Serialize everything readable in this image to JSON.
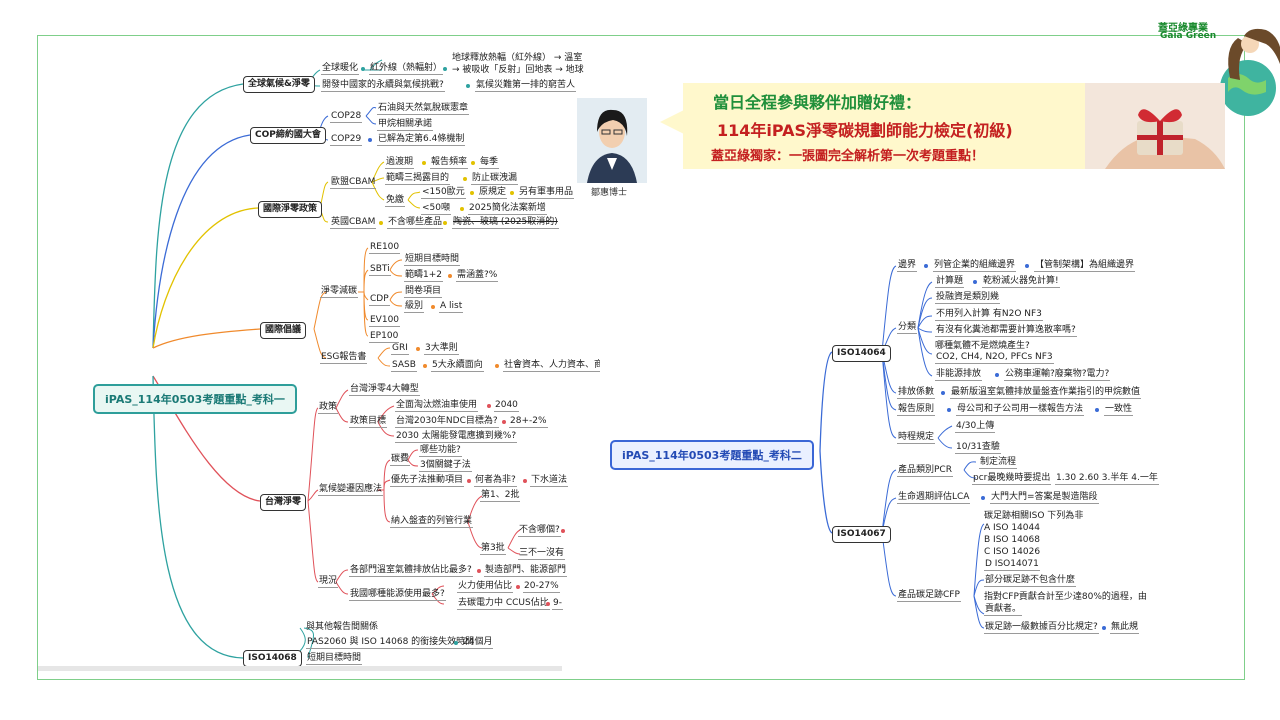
{
  "brand": {
    "name_cn": "蓋亞綠專業",
    "name_en": "Gaia Green"
  },
  "banner": {
    "line1": "當日全程參與夥伴加贈好禮：",
    "line2": "114年iPAS淨零碳規劃師能力檢定(初級)",
    "line3": "蓋亞綠獨家：一張圖完全解析第一次考題重點！"
  },
  "presenter": {
    "caption": "鄒惠博士"
  },
  "colors": {
    "accent_green": "#1f8f3a",
    "accent_red": "#c42020",
    "root1": "#2e9e9a",
    "root2": "#3a66d6"
  },
  "map1": {
    "root": "iPAS_114年0503考題重點_考科一",
    "b_climate": "全球氣候&淨零",
    "climate_warming": "全球暖化",
    "climate_ir": "紅外線（熱輻射）",
    "climate_ir_d1": "地球釋放熱輻（紅外線） → 溫室",
    "climate_ir_d2": "→ 被吸收「反射」回地表 → 地球",
    "climate_q": "開發中國家的永續與氣候挑戰?",
    "climate_q_a": "氣候災難第一排的窮苦人",
    "b_cop": "COP締約國大會",
    "cop28": "COP28",
    "cop28_a": "石油與天然氣脫碳憲章",
    "cop28_b": "甲烷相關承諾",
    "cop29": "COP29",
    "cop29_a": "已解為定第6.4條機制",
    "b_policy": "國際淨零政策",
    "eu_cbam": "歐盟CBAM",
    "eu_trans": "過渡期",
    "eu_report": "報告頻率",
    "eu_quarter": "每季",
    "eu_scope": "範疇三揭露目的",
    "eu_scope_a": "防止碳洩漏",
    "eu_exempt": "免繳",
    "eu_150": "<150歐元",
    "eu_150_a": "原規定",
    "eu_150_b": "另有軍事用品",
    "eu_50": "<50噸",
    "eu_50_a": "2025簡化法案新增",
    "uk_cbam": "英國CBAM",
    "uk_a": "不含哪些產品",
    "uk_b": "陶瓷、玻璃 (2025取消的)",
    "b_intl": "國際倡議",
    "netzero": "淨零減碳",
    "re100": "RE100",
    "sbti": "SBTi",
    "sbti_a": "短期目標時間",
    "sbti_b": "範疇1+2",
    "sbti_b_a": "需涵蓋?%",
    "cdp": "CDP",
    "cdp_a": "問卷項目",
    "cdp_b": "級別",
    "cdp_b_a": "A list",
    "ev100": "EV100",
    "ep100": "EP100",
    "esg": "ESG報告書",
    "gri": "GRI",
    "gri_a": "3大準則",
    "sasb": "SASB",
    "sasb_a": "5大永續面向",
    "sasb_b": "社會資本、人力資本、商",
    "b_taiwan": "台灣淨零",
    "policy": "政策",
    "pol_a": "台灣淨零4大轉型",
    "pol_goal": "政策目標",
    "pol_g1": "全面淘汰燃油車使用",
    "pol_g1_a": "2040",
    "pol_g2": "台灣2030年NDC目標為?",
    "pol_g2_a": "28+-2%",
    "pol_g3": "2030 太陽能發電應擴到幾%?",
    "law": "氣候變遷因應法",
    "carbon_fee": "碳費",
    "cf_a": "哪些功能?",
    "cf_b": "3個關鍵子法",
    "priority": "優先子法推動項目",
    "priority_a": "何者為非?",
    "priority_b": "下水道法",
    "control": "納入盤查的列管行業",
    "batch12": "第1、2批",
    "batch3": "第3批",
    "batch3_a": "不含哪個?",
    "batch3_b": "三不一沒有",
    "status": "現況",
    "st1": "各部門溫室氣體排放佔比最多?",
    "st1_a": "製造部門、能源部門",
    "st2": "我國哪種能源使用最多?",
    "st2_a": "火力使用佔比",
    "st2_a_v": "20-27%",
    "st2_b": "去碳電力中 CCUS佔比",
    "st2_b_v": "9-",
    "b_iso14068": "ISO14068",
    "iso68_a": "與其他報告間關係",
    "iso68_b": "PAS2060 與 ISO 14068 的銜接失效時間",
    "iso68_b_v": "24個月",
    "iso68_c": "短期目標時間"
  },
  "map2": {
    "root": "iPAS_114年0503考題重點_考科二",
    "b_iso14064": "ISO14064",
    "boundary": "邊界",
    "boundary_a": "列管企業的組織邊界",
    "boundary_b": "【管制架構】為組織邊界",
    "classify": "分類",
    "calc": "計算題",
    "calc_a": "乾粉滅火器免計算!",
    "cl1": "投融資是類別幾",
    "cl2": "不用列入計算 有N2O NF3",
    "cl3": "有沒有化糞池都需要計算逸散率嗎?",
    "cl4a": "哪種氣體不是燃燒產生?",
    "cl4b": "CO2, CH4, N2O, PFCs NF3",
    "nonenergy": "非能源排放",
    "nonenergy_a": "公務車運輸?廢棄物?電力?",
    "factor": "排放係數",
    "factor_a": "最新版溫室氣體排放量盤查作業指引的甲烷數值",
    "principle": "報告原則",
    "principle_a": "母公司和子公司用一樣報告方法",
    "principle_b": "一致性",
    "timing": "時程規定",
    "timing_a": "4/30上傳",
    "timing_b": "10/31查驗",
    "b_iso14067": "ISO14067",
    "pcr": "產品類別PCR",
    "pcr_a": "制定流程",
    "pcr_b": "pcr最晚幾時要提出",
    "pcr_b_v": "1.30 2.60 3.半年 4.一年",
    "lca": "生命週期評估LCA",
    "lca_a": "大門大門=答案是製造階段",
    "cfp": "產品碳足跡CFP",
    "cfp_q1": "碳足跡相關ISO 下列為非",
    "cfp_q1_a": "A ISO 14044",
    "cfp_q1_b": "B ISO 14068",
    "cfp_q1_c": "C ISO 14026",
    "cfp_q1_d": "D ISO14071",
    "cfp_q2": "部分碳足跡不包含什麼",
    "cfp_q3a": "指對CFP貢獻合計至少達80%的過程，由",
    "cfp_q3b": "貢獻者。",
    "cfp_q4": "碳足跡一級數據百分比規定?",
    "cfp_q4_a": "無此規"
  }
}
